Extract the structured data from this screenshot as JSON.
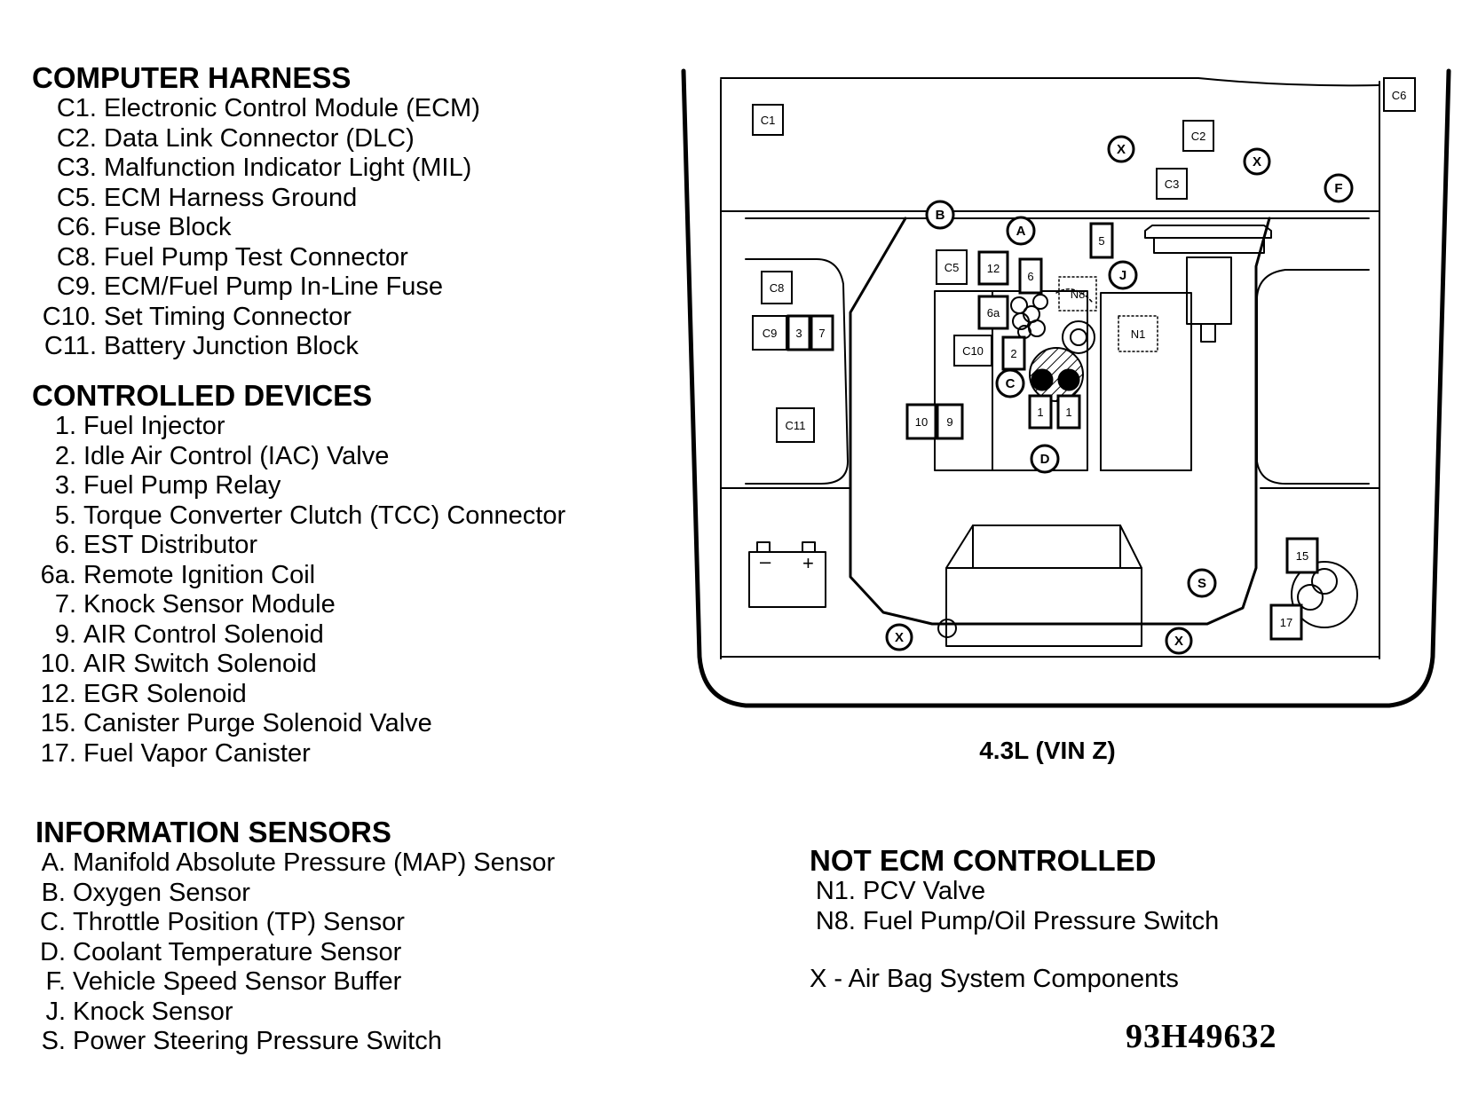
{
  "sections": {
    "computer_harness": {
      "title": "COMPUTER HARNESS",
      "items": [
        {
          "code": "C1.",
          "desc": "Electronic Control Module (ECM)"
        },
        {
          "code": "C2.",
          "desc": "Data Link Connector (DLC)"
        },
        {
          "code": "C3.",
          "desc": "Malfunction Indicator Light (MIL)"
        },
        {
          "code": "C5.",
          "desc": "ECM Harness Ground"
        },
        {
          "code": "C6.",
          "desc": "Fuse Block"
        },
        {
          "code": "C8.",
          "desc": "Fuel Pump Test Connector"
        },
        {
          "code": "C9.",
          "desc": "ECM/Fuel Pump In-Line Fuse"
        },
        {
          "code": "C10.",
          "desc": "Set Timing Connector"
        },
        {
          "code": "C11.",
          "desc": "Battery Junction Block"
        }
      ]
    },
    "controlled_devices": {
      "title": "CONTROLLED DEVICES",
      "items": [
        {
          "code": "1.",
          "desc": "Fuel Injector"
        },
        {
          "code": "2.",
          "desc": "Idle Air Control (IAC) Valve"
        },
        {
          "code": "3.",
          "desc": "Fuel Pump Relay"
        },
        {
          "code": "5.",
          "desc": "Torque Converter Clutch (TCC) Connector"
        },
        {
          "code": "6.",
          "desc": "EST Distributor"
        },
        {
          "code": "6a.",
          "desc": "Remote Ignition Coil"
        },
        {
          "code": "7.",
          "desc": "Knock Sensor Module"
        },
        {
          "code": "9.",
          "desc": "AIR Control Solenoid"
        },
        {
          "code": "10.",
          "desc": "AIR Switch Solenoid"
        },
        {
          "code": "12.",
          "desc": "EGR Solenoid"
        },
        {
          "code": "15.",
          "desc": "Canister Purge Solenoid Valve"
        },
        {
          "code": "17.",
          "desc": "Fuel Vapor Canister"
        }
      ]
    },
    "information_sensors": {
      "title": "INFORMATION SENSORS",
      "items": [
        {
          "code": "A.",
          "desc": "Manifold Absolute Pressure (MAP) Sensor"
        },
        {
          "code": "B.",
          "desc": "Oxygen Sensor"
        },
        {
          "code": "C.",
          "desc": "Throttle Position (TP) Sensor"
        },
        {
          "code": "D.",
          "desc": "Coolant Temperature Sensor"
        },
        {
          "code": "F.",
          "desc": "Vehicle Speed Sensor Buffer"
        },
        {
          "code": "J.",
          "desc": "Knock Sensor"
        },
        {
          "code": "S.",
          "desc": "Power Steering Pressure Switch"
        }
      ]
    },
    "not_ecm_controlled": {
      "title": "NOT ECM CONTROLLED",
      "items": [
        {
          "code": "N1.",
          "desc": "PCV Valve"
        },
        {
          "code": "N8.",
          "desc": "Fuel Pump/Oil Pressure Switch"
        }
      ]
    }
  },
  "airbag_note": "X - Air Bag System Components",
  "diagram": {
    "caption": "4.3L (VIN Z)",
    "box_labels": {
      "c1": "C1",
      "c2": "C2",
      "c3": "C3",
      "c5": "C5",
      "c6": "C6",
      "c8": "C8",
      "c9": "C9",
      "c10": "C10",
      "c11": "C11",
      "b1a": "1",
      "b1b": "1",
      "b2": "2",
      "b3": "3",
      "b5": "5",
      "b6": "6",
      "b6a": "6a",
      "b7": "7",
      "b9": "9",
      "b10": "10",
      "b12": "12",
      "b15": "15",
      "b17": "17",
      "n1": "N1",
      "n8": "N8"
    },
    "circle_labels": {
      "a": "A",
      "b": "B",
      "c": "C",
      "d": "D",
      "f": "F",
      "j": "J",
      "s": "S",
      "x1": "X",
      "x2": "X",
      "x3": "X",
      "x4": "X"
    },
    "battery": {
      "minus": "–",
      "plus": "+"
    }
  },
  "figure_id": "93H49632"
}
